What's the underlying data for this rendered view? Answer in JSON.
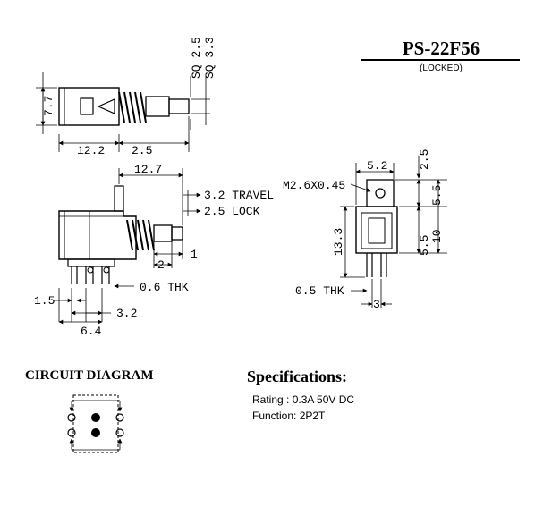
{
  "header": {
    "model": "PS-22F56",
    "variant": "(LOCKED)"
  },
  "top_view": {
    "height": "7.7",
    "body_length": "12.2",
    "shaft_length": "2.5",
    "shaft_sq_small": "SQ 2.5",
    "shaft_sq_large": "SQ 3.3"
  },
  "side_view": {
    "overall": "12.7",
    "travel": "3.2 TRAVEL",
    "lock": "2.5 LOCK",
    "dim_1": "1",
    "dim_2": "2",
    "thickness": "0.6 THK",
    "pin_gap": "1.5",
    "pin_pitch": "3.2",
    "pin_span": "6.4"
  },
  "front_view": {
    "thread": "M2.6X0.45",
    "width": "5.2",
    "top": "2.5",
    "upper": "5.5",
    "lower": "5.5",
    "total": "10",
    "height": "13.3",
    "thickness": "0.5 THK",
    "pin_pitch": "3"
  },
  "circuit": {
    "title": "CIRCUIT DIAGRAM"
  },
  "specs": {
    "title": "Specifications:",
    "rating": "Rating : 0.3A 50V DC",
    "function": "Function: 2P2T"
  }
}
